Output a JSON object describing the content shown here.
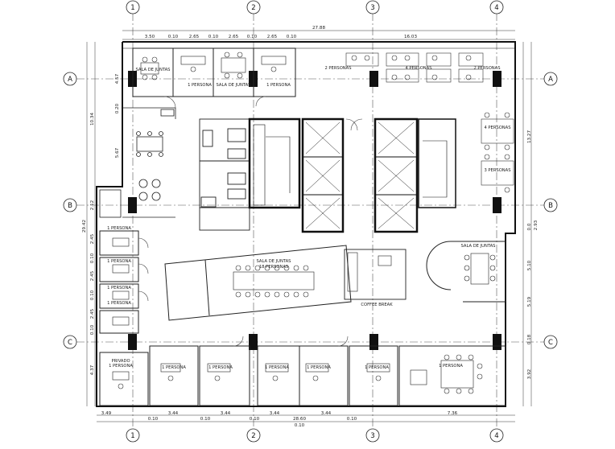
{
  "grid_columns": [
    "1",
    "2",
    "3",
    "4"
  ],
  "grid_rows": [
    "A",
    "B",
    "C"
  ],
  "dims": {
    "top_total": "27.88",
    "top_segments": [
      "3.50",
      "0.10",
      "2.65",
      "0.10",
      "2.65",
      "0.10",
      "2.65",
      "0.10",
      "16.03"
    ],
    "bottom_total": "28.60",
    "bottom_segments": [
      "3.49",
      "0.10",
      "3.44",
      "0.10",
      "3.44",
      "0.10",
      "3.44",
      "0.10",
      "3.44",
      "0.10",
      "7.36"
    ],
    "left_total": "29.42",
    "left_a": "10.34",
    "left_segments": [
      "4.57",
      "0.20",
      "5.67",
      "2.12",
      "2.45",
      "0.10",
      "2.45",
      "0.10",
      "2.45",
      "0.10",
      "4.37"
    ],
    "right_a": "13.27",
    "right_b": "2.93",
    "right_segments": [
      "0.0",
      "5.10",
      "5.19",
      "0.18",
      "3.92"
    ]
  },
  "rooms": {
    "sala_juntas_top": "SALA DE JUNTAS",
    "one_person_a": "1 PERSONA",
    "sala_juntas_a2": "SALA DE JUNTAS",
    "one_person_a2": "1 PERSONA",
    "two_personas_top": "2 PERSONAS",
    "four_personas_top": "4 PERSONAS",
    "two_personas_top_right": "2 PERSONAS",
    "four_personas_right": "4 PERSONAS",
    "three_personas_right": "3 PERSONAS",
    "sala_juntas_right": "SALA DE JUNTAS",
    "sala_juntas_center": "SALA DE JUNTAS",
    "sala_juntas_center_sub": "18 PERSONAS",
    "coffee_break": "COFFEE BREAK",
    "left_p1": "1 PERSONA",
    "left_p2": "1 PERSONA",
    "left_p3": "1 PERSONA",
    "left_p4": "1 PERSONA",
    "privado": "PRIVADO",
    "privado_sub": "1 PERSONA",
    "bottom_p1": "1 PERSONA",
    "bottom_p2": "1 PERSONA",
    "bottom_p3": "1 PERSONA",
    "bottom_p4": "1 PERSONA",
    "bottom_p5": "1 PERSONA",
    "bottom_right": "1 PERSONA"
  }
}
